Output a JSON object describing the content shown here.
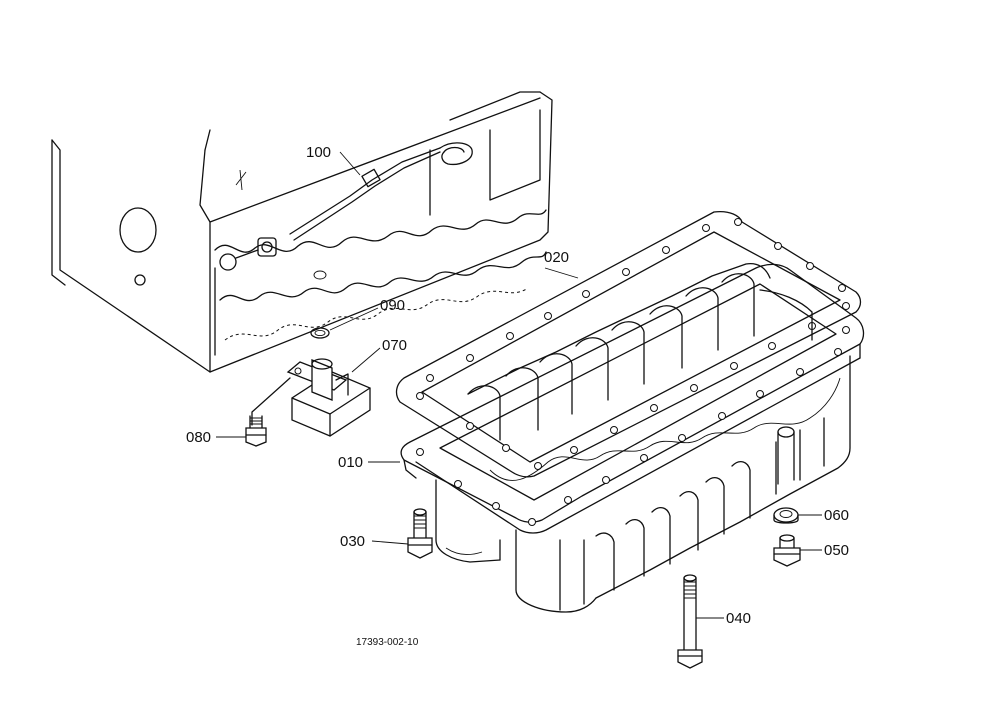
{
  "parts": [
    {
      "id": "p100",
      "label": "100",
      "name": "dipstick"
    },
    {
      "id": "p020",
      "label": "020",
      "name": "gasket"
    },
    {
      "id": "p090",
      "label": "090",
      "name": "o-ring"
    },
    {
      "id": "p070",
      "label": "070",
      "name": "oil-strainer"
    },
    {
      "id": "p080",
      "label": "080",
      "name": "strainer-bolt"
    },
    {
      "id": "p010",
      "label": "010",
      "name": "oil-pan"
    },
    {
      "id": "p030",
      "label": "030",
      "name": "pan-bolt"
    },
    {
      "id": "p060",
      "label": "060",
      "name": "drain-washer"
    },
    {
      "id": "p050",
      "label": "050",
      "name": "drain-plug"
    },
    {
      "id": "p040",
      "label": "040",
      "name": "long-bolt"
    }
  ],
  "drawing_code": "17393-002-10"
}
